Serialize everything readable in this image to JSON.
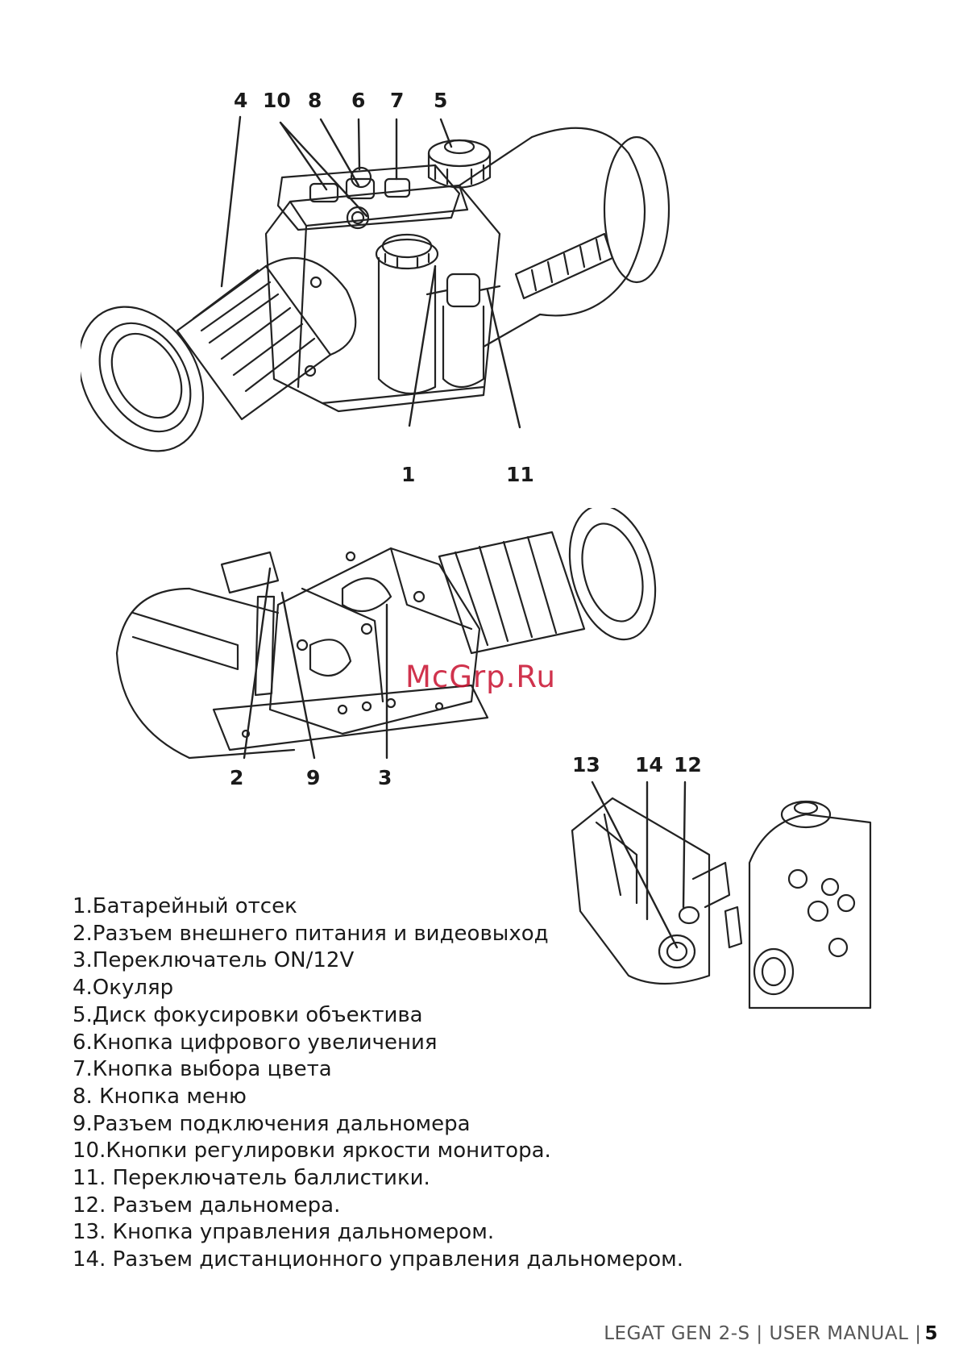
{
  "figure_top": {
    "callouts": [
      "4",
      "10",
      "8",
      "6",
      "7",
      "5",
      "1",
      "11"
    ]
  },
  "figure_bottom": {
    "callouts": [
      "2",
      "9",
      "3"
    ]
  },
  "figure_detail": {
    "callouts": [
      "13",
      "14",
      "12"
    ]
  },
  "watermark": "McGrp.Ru",
  "legend": [
    "1.Батарейный отсек",
    "2.Разъем внешнего питания и видеовыход",
    "3.Переключатель ON/12V",
    "4.Окуляр",
    "5.Диск фокусировки объектива",
    "6.Кнопка цифрового увеличения",
    "7.Кнопка выбора цвета",
    "8. Кнопка меню",
    "9.Разъем подключения дальномера",
    "10.Кнопки регулировки яркости монитора.",
    "11. Переключатель баллистики.",
    "12. Разъем дальномера.",
    "13. Кнопка управления дальномером.",
    "14. Разъем дистанционного управления дальномером."
  ],
  "footer": {
    "text": "LEGAT GEN 2-S | USER MANUAL |",
    "page": "5"
  }
}
